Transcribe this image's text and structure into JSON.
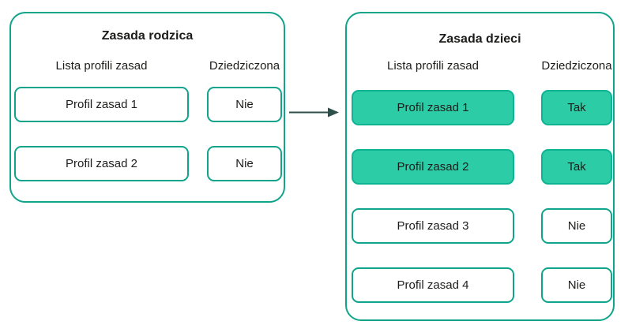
{
  "colors": {
    "teal": "#10a48c",
    "green": "#2bcca6",
    "green_border": "#0db493",
    "text": "#1d1d1b",
    "arrow": "#2d4f4a"
  },
  "parent_policy": {
    "title": "Zasada rodzica",
    "columns": {
      "profiles": "Lista profili zasad",
      "inherited": "Dziedziczona"
    },
    "rows": [
      {
        "profile": "Profil zasad 1",
        "inherited": "Nie",
        "highlighted": false
      },
      {
        "profile": "Profil zasad 2",
        "inherited": "Nie",
        "highlighted": false
      }
    ]
  },
  "child_policy": {
    "title": "Zasada dzieci",
    "columns": {
      "profiles": "Lista profili zasad",
      "inherited": "Dziedziczona"
    },
    "rows": [
      {
        "profile": "Profil zasad 1",
        "inherited": "Tak",
        "highlighted": true
      },
      {
        "profile": "Profil zasad 2",
        "inherited": "Tak",
        "highlighted": true
      },
      {
        "profile": "Profil zasad 3",
        "inherited": "Nie",
        "highlighted": false
      },
      {
        "profile": "Profil zasad 4",
        "inherited": "Nie",
        "highlighted": false
      }
    ]
  },
  "connector": {
    "icon": "arrow-right"
  }
}
